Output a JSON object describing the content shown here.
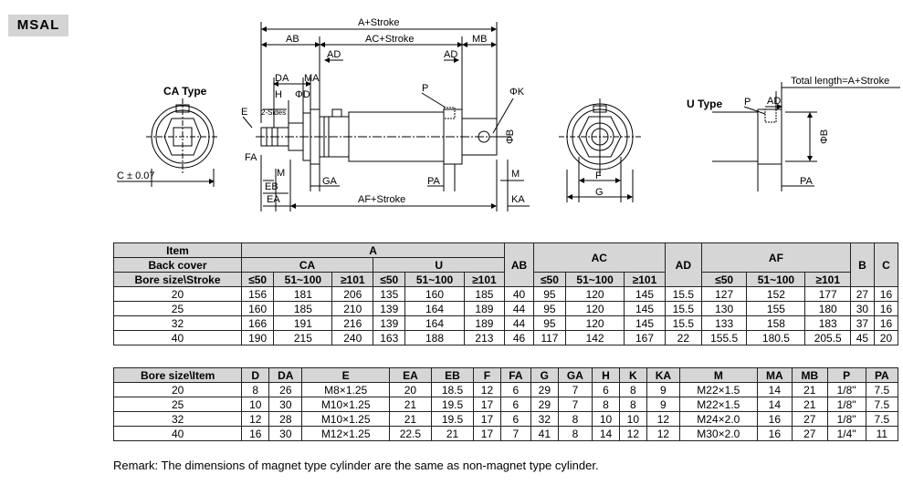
{
  "model": "MSAL",
  "drawing": {
    "ca_type": "CA Type",
    "u_type": "U Type",
    "labels": {
      "a_stroke": "A+Stroke",
      "ab": "AB",
      "ac_stroke": "AC+Stroke",
      "mb": "MB",
      "ad": "AD",
      "da": "DA",
      "ma": "MA",
      "h": "H",
      "phi_d": "ΦD",
      "two_sides": "2-Sides",
      "e": "E",
      "fa": "FA",
      "m": "M",
      "eb": "EB",
      "ea": "EA",
      "ga": "GA",
      "pa": "PA",
      "af_stroke": "AF+Stroke",
      "ka": "KA",
      "p": "P",
      "phi_k": "ΦK",
      "phi_b": "ΦB",
      "c_tol": "C ± 0.07",
      "f": "F",
      "g": "G",
      "total_length": "Total length=A+Stroke"
    }
  },
  "table1": {
    "h_item": "Item",
    "h_back": "Back cover",
    "h_bore": "Bore size\\Stroke",
    "a": "A",
    "ca": "CA",
    "u": "U",
    "ab": "AB",
    "ac": "AC",
    "ad": "AD",
    "af": "AF",
    "b": "B",
    "c": "C",
    "strokes": [
      "≤50",
      "51~100",
      "≥101"
    ],
    "rows": [
      [
        "20",
        "156",
        "181",
        "206",
        "135",
        "160",
        "185",
        "40",
        "95",
        "120",
        "145",
        "15.5",
        "127",
        "152",
        "177",
        "27",
        "16"
      ],
      [
        "25",
        "160",
        "185",
        "210",
        "139",
        "164",
        "189",
        "44",
        "95",
        "120",
        "145",
        "15.5",
        "130",
        "155",
        "180",
        "30",
        "16"
      ],
      [
        "32",
        "166",
        "191",
        "216",
        "139",
        "164",
        "189",
        "44",
        "95",
        "120",
        "145",
        "15.5",
        "133",
        "158",
        "183",
        "37",
        "16"
      ],
      [
        "40",
        "190",
        "215",
        "240",
        "163",
        "188",
        "213",
        "46",
        "117",
        "142",
        "167",
        "22",
        "155.5",
        "180.5",
        "205.5",
        "45",
        "20"
      ]
    ]
  },
  "table2": {
    "headers": [
      "Bore size\\Item",
      "D",
      "DA",
      "E",
      "EA",
      "EB",
      "F",
      "FA",
      "G",
      "GA",
      "H",
      "K",
      "KA",
      "M",
      "MA",
      "MB",
      "P",
      "PA"
    ],
    "rows": [
      [
        "20",
        "8",
        "26",
        "M8×1.25",
        "20",
        "18.5",
        "12",
        "6",
        "29",
        "7",
        "6",
        "8",
        "9",
        "M22×1.5",
        "14",
        "21",
        "1/8\"",
        "7.5"
      ],
      [
        "25",
        "10",
        "30",
        "M10×1.25",
        "21",
        "19.5",
        "17",
        "6",
        "29",
        "7",
        "8",
        "8",
        "9",
        "M22×1.5",
        "14",
        "21",
        "1/8\"",
        "7.5"
      ],
      [
        "32",
        "12",
        "28",
        "M10×1.25",
        "21",
        "19.5",
        "17",
        "6",
        "32",
        "8",
        "10",
        "10",
        "12",
        "M24×2.0",
        "16",
        "27",
        "1/8\"",
        "7.5"
      ],
      [
        "40",
        "16",
        "30",
        "M12×1.25",
        "22.5",
        "21",
        "17",
        "7",
        "41",
        "8",
        "14",
        "12",
        "12",
        "M30×2.0",
        "16",
        "27",
        "1/4\"",
        "11"
      ]
    ]
  },
  "remark": "Remark: The dimensions of magnet type cylinder are the same as non-magnet type cylinder."
}
